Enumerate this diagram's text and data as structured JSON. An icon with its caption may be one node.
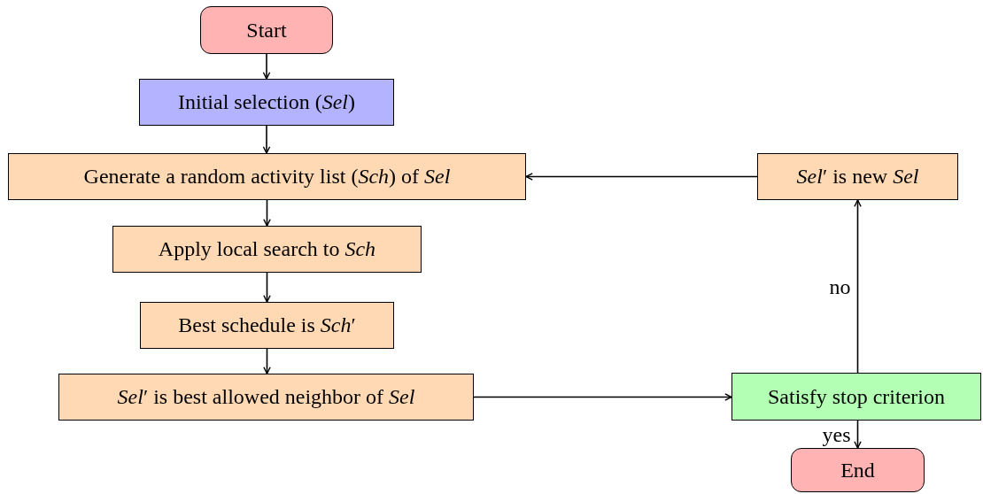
{
  "diagram": {
    "nodes": [
      {
        "text": [
          "Start"
        ]
      },
      {
        "text": [
          "Initial selection (*Sel*)"
        ]
      },
      {
        "text": [
          "Generate a random activity list (*Sch*) of *Sel*"
        ]
      },
      {
        "text": [
          "Apply local search to *Sch*"
        ]
      },
      {
        "text": [
          "Best schedule is *Sch*′"
        ]
      },
      {
        "text": [
          "*Sel*′ is best allowed neighbor of *Sel*"
        ]
      },
      {
        "text": [
          "Satisfy stop criterion"
        ]
      },
      {
        "text": [
          "End"
        ]
      },
      {
        "text": [
          "*Sel*′ is new *Sel*"
        ]
      }
    ],
    "edges": [
      {
        "from": 0,
        "to": 1,
        "arrow": "to"
      },
      {
        "from": 1,
        "to": 2,
        "arrow": "to"
      },
      {
        "from": 2,
        "to": 3,
        "arrow": "to"
      },
      {
        "from": 3,
        "to": 4,
        "arrow": "to"
      },
      {
        "from": 4,
        "to": 5,
        "arrow": "to"
      },
      {
        "from": 5,
        "to": 6,
        "arrow": "to"
      },
      {
        "from": 6,
        "to": 7,
        "arrow": "to",
        "label": "yes"
      },
      {
        "from": 6,
        "to": 8,
        "arrow": "to",
        "label": "no"
      },
      {
        "from": 8,
        "to": 2,
        "arrow": "to"
      }
    ]
  }
}
